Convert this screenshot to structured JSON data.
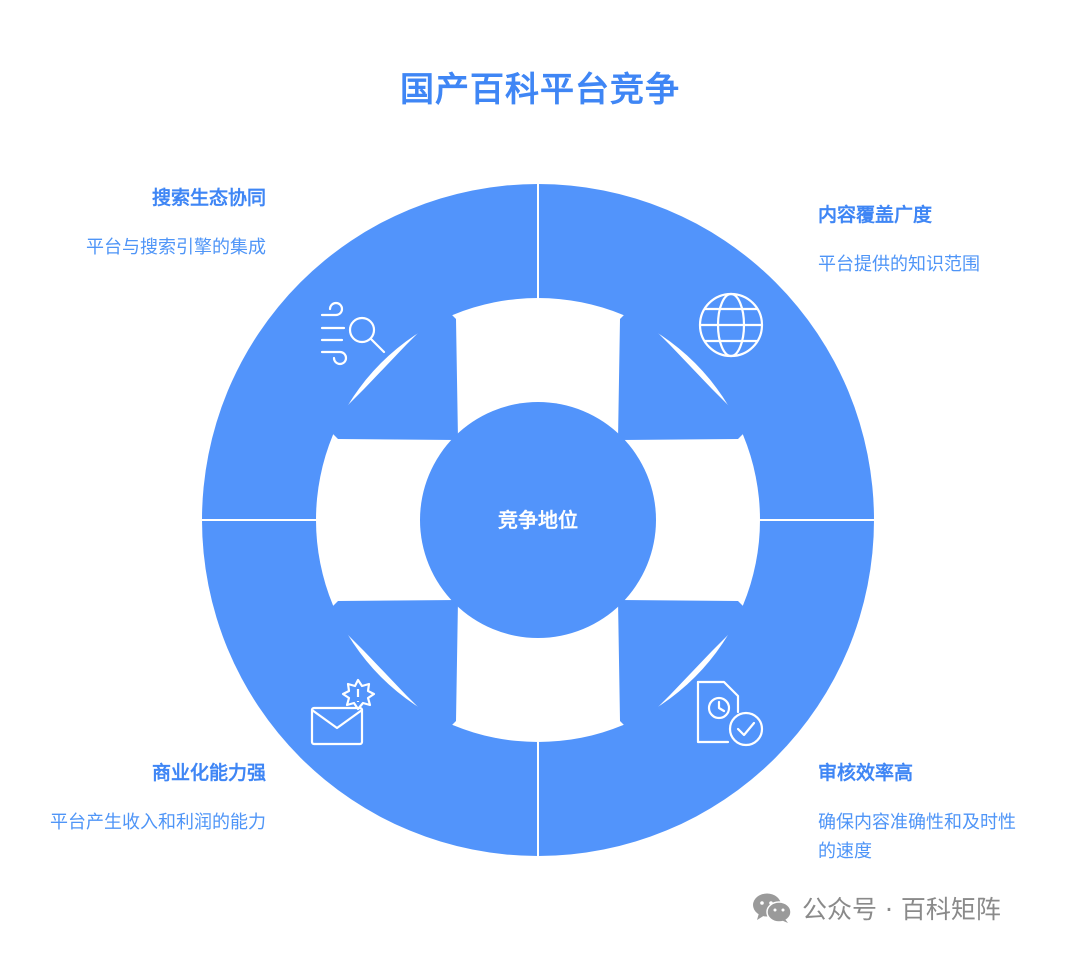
{
  "title": "国产百科平台竞争",
  "center": {
    "label": "竞争地位"
  },
  "quadrants": [
    {
      "id": "top-left",
      "heading": "搜索生态协同",
      "description": "平台与搜索引擎的集成",
      "icon": "search-wind-icon"
    },
    {
      "id": "top-right",
      "heading": "内容覆盖广度",
      "description": "平台提供的知识范围",
      "icon": "globe-icon"
    },
    {
      "id": "bottom-left",
      "heading": "商业化能力强",
      "description": "平台产生收入和利润的能力",
      "icon": "mail-alert-icon"
    },
    {
      "id": "bottom-right",
      "heading": "审核效率高",
      "description": "确保内容准确性和及时性的速度",
      "icon": "document-clock-check-icon"
    }
  ],
  "watermark": {
    "text": "公众号 · 百科矩阵",
    "icon": "wechat-icon"
  },
  "colors": {
    "primary": "#5294fb",
    "title": "#3f86f5",
    "text": "#4f95f7",
    "watermark": "#8a8a8a"
  }
}
